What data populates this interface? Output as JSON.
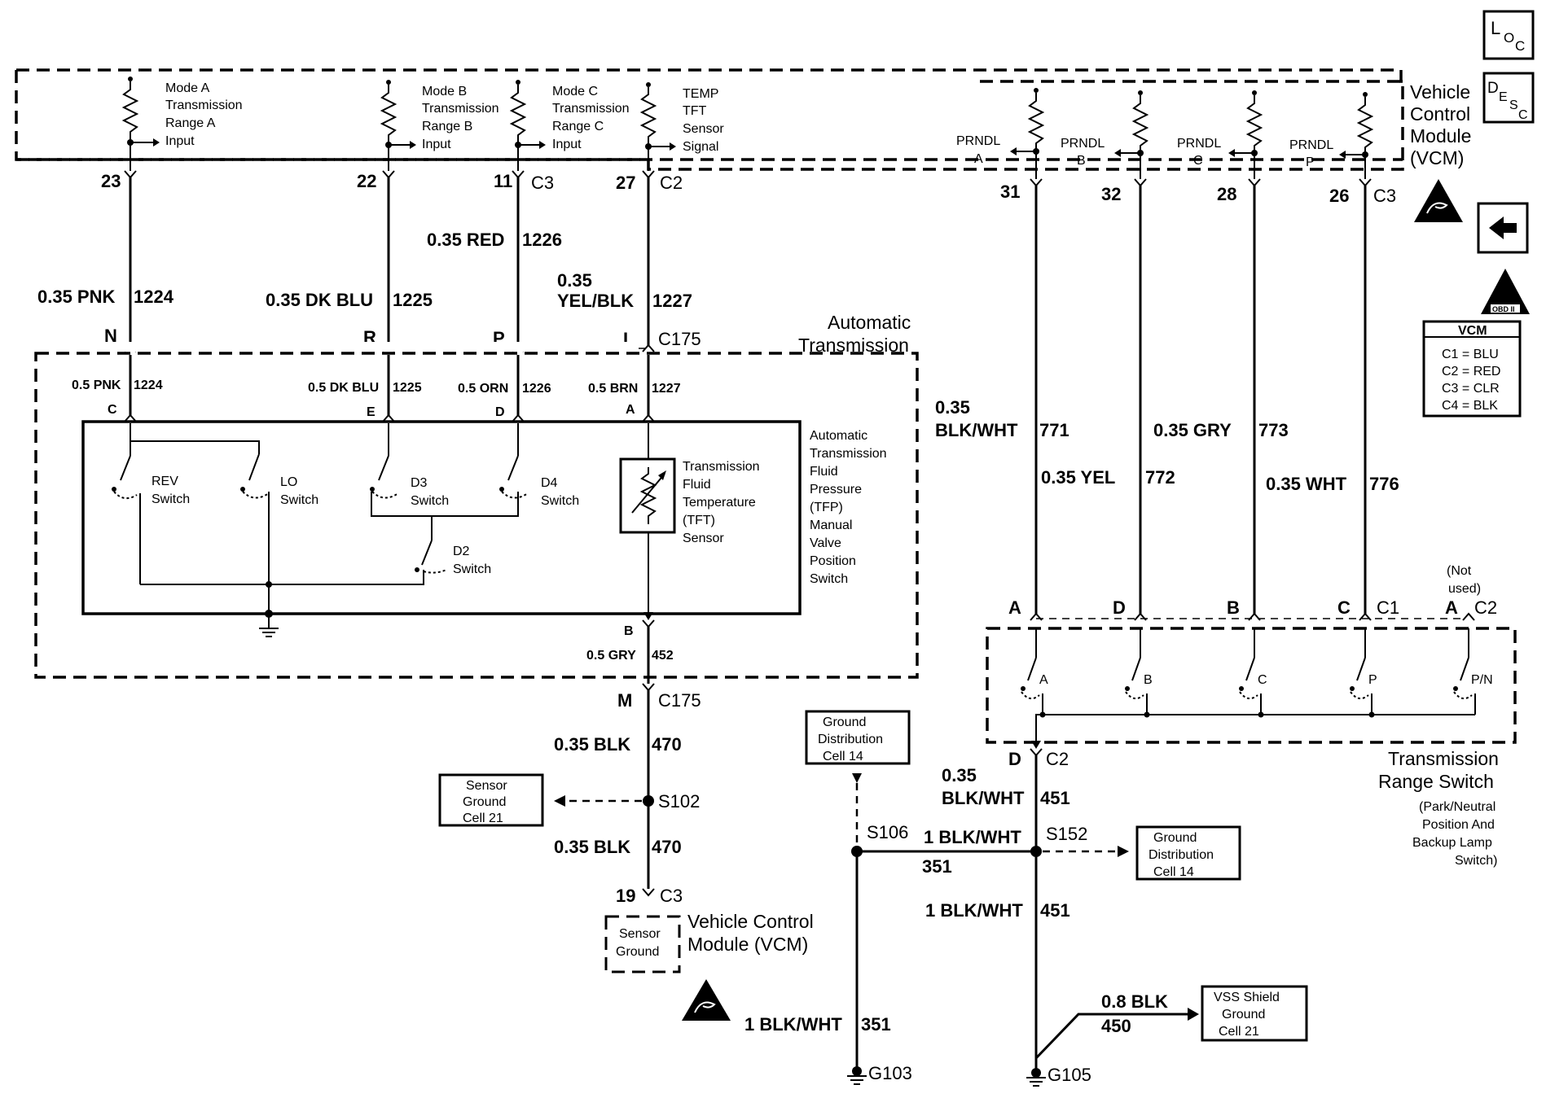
{
  "icons": {
    "loc": {
      "main": "L",
      "sub1": "O",
      "sub2": "C"
    },
    "desc": {
      "main": "D",
      "sub1": "E",
      "sub2": "S",
      "sub3": "C"
    },
    "obd": "OBD II",
    "esd": "esd-sensitive-icon",
    "back": "back-arrow-icon"
  },
  "vcm_top": {
    "title": [
      "Vehicle",
      "Control",
      "Module",
      "(VCM)"
    ],
    "inputs": [
      {
        "lines": [
          "Mode A",
          "Transmission",
          "Range A",
          "Input"
        ],
        "pin": "23",
        "conn": ""
      },
      {
        "lines": [
          "Mode B",
          "Transmission",
          "Range B",
          "Input"
        ],
        "pin": "22",
        "conn": ""
      },
      {
        "lines": [
          "Mode C",
          "Transmission",
          "Range C",
          "Input"
        ],
        "pin": "11",
        "conn": "C3"
      },
      {
        "lines": [
          "TEMP",
          "TFT",
          "Sensor",
          "Signal"
        ],
        "pin": "27",
        "conn": "C2"
      }
    ],
    "prndl": [
      {
        "lines": [
          "PRNDL",
          "A"
        ],
        "pin": "31",
        "conn": ""
      },
      {
        "lines": [
          "PRNDL",
          "B"
        ],
        "pin": "32",
        "conn": ""
      },
      {
        "lines": [
          "PRNDL",
          "C"
        ],
        "pin": "28",
        "conn": ""
      },
      {
        "lines": [
          "PRNDL",
          "P"
        ],
        "pin": "26",
        "conn": "C3"
      }
    ]
  },
  "vcm_legend": {
    "title": "VCM",
    "rows": [
      "C1 = BLU",
      "C2 = RED",
      "C3 = CLR",
      "C4 = BLK"
    ]
  },
  "wires_upper": [
    {
      "gauge": "0.35 PNK",
      "circuit": "1224",
      "pin": "N",
      "conn": ""
    },
    {
      "gauge": "0.35 DK BLU",
      "circuit": "1225",
      "pin": "R",
      "conn": ""
    },
    {
      "gauge": "0.35 RED",
      "circuit": "1226",
      "pin": "P",
      "conn": ""
    },
    {
      "gauge1": "0.35",
      "gauge2": "YEL/BLK",
      "circuit": "1227",
      "pin": "L",
      "conn": "C175"
    }
  ],
  "auto_trans": {
    "title": [
      "Automatic",
      "Transmission"
    ],
    "inner_wires": [
      {
        "gauge": "0.5 PNK",
        "circuit": "1224",
        "pin": "C"
      },
      {
        "gauge": "0.5 DK BLU",
        "circuit": "1225",
        "pin": "E"
      },
      {
        "gauge": "0.5 ORN",
        "circuit": "1226",
        "pin": "D"
      },
      {
        "gauge": "0.5 BRN",
        "circuit": "1227",
        "pin": "A"
      }
    ],
    "switches": {
      "rev": [
        "REV",
        "Switch"
      ],
      "lo": [
        "LO",
        "Switch"
      ],
      "d3": [
        "D3",
        "Switch"
      ],
      "d4": [
        "D4",
        "Switch"
      ],
      "d2": [
        "D2",
        "Switch"
      ]
    },
    "tft": [
      "Transmission",
      "Fluid",
      "Temperature",
      "(TFT)",
      "Sensor"
    ],
    "tfp": [
      "Automatic",
      "Transmission",
      "Fluid",
      "Pressure",
      "(TFP)",
      "Manual",
      "Valve",
      "Position",
      "Switch"
    ],
    "bottom": {
      "pin": "B",
      "gauge": "0.5 GRY",
      "circuit": "452"
    }
  },
  "lower_left": {
    "c175": {
      "pin": "M",
      "conn": "C175"
    },
    "wire1": {
      "gauge": "0.35 BLK",
      "circuit": "470"
    },
    "splice": "S102",
    "sensor_ground_ref": [
      "Sensor",
      "Ground",
      "Cell 21"
    ],
    "wire2": {
      "gauge": "0.35 BLK",
      "circuit": "470"
    },
    "pin": {
      "pin": "19",
      "conn": "C3"
    },
    "vcm_box": [
      "Sensor",
      "Ground"
    ],
    "vcm_label": [
      "Vehicle Control",
      "Module (VCM)"
    ]
  },
  "right_wires": [
    {
      "gauge1": "0.35",
      "gauge2": "BLK/WHT",
      "circuit": "771",
      "pin": "A",
      "conn": ""
    },
    {
      "gauge": "0.35 YEL",
      "circuit": "772",
      "pin": "D",
      "conn": ""
    },
    {
      "gauge": "0.35 GRY",
      "circuit": "773",
      "pin": "B",
      "conn": ""
    },
    {
      "gauge": "0.35 WHT",
      "circuit": "776",
      "pin": "C",
      "conn": "C1"
    }
  ],
  "trs": {
    "not_used": [
      "(Not",
      "used)"
    ],
    "c2_pin": {
      "pin": "A",
      "conn": "C2"
    },
    "contacts": [
      "A",
      "B",
      "C",
      "P",
      "P/N"
    ],
    "title": [
      "Transmission",
      "Range Switch"
    ],
    "subtitle": [
      "(Park/Neutral",
      "Position And",
      "Backup Lamp",
      "Switch)"
    ],
    "bottom": {
      "pin": "D",
      "conn": "C2"
    }
  },
  "grounds": {
    "gd_ref1": [
      "Ground",
      "Distribution",
      "Cell 14"
    ],
    "gd_ref2": [
      "Ground",
      "Distribution",
      "Cell 14"
    ],
    "vss_ref": [
      "VSS Shield",
      "Ground",
      "Cell 21"
    ],
    "w451a": {
      "gauge1": "0.35",
      "gauge2": "BLK/WHT",
      "circuit": "451"
    },
    "s106": "S106",
    "s152": "S152",
    "w351h": {
      "gauge": "1 BLK/WHT",
      "circuit": "351"
    },
    "w451b": {
      "gauge": "1 BLK/WHT",
      "circuit": "451"
    },
    "w450": {
      "gauge": "0.8 BLK",
      "circuit": "450"
    },
    "w351v": {
      "gauge": "1 BLK/WHT",
      "circuit": "351"
    },
    "g103": "G103",
    "g105": "G105"
  }
}
